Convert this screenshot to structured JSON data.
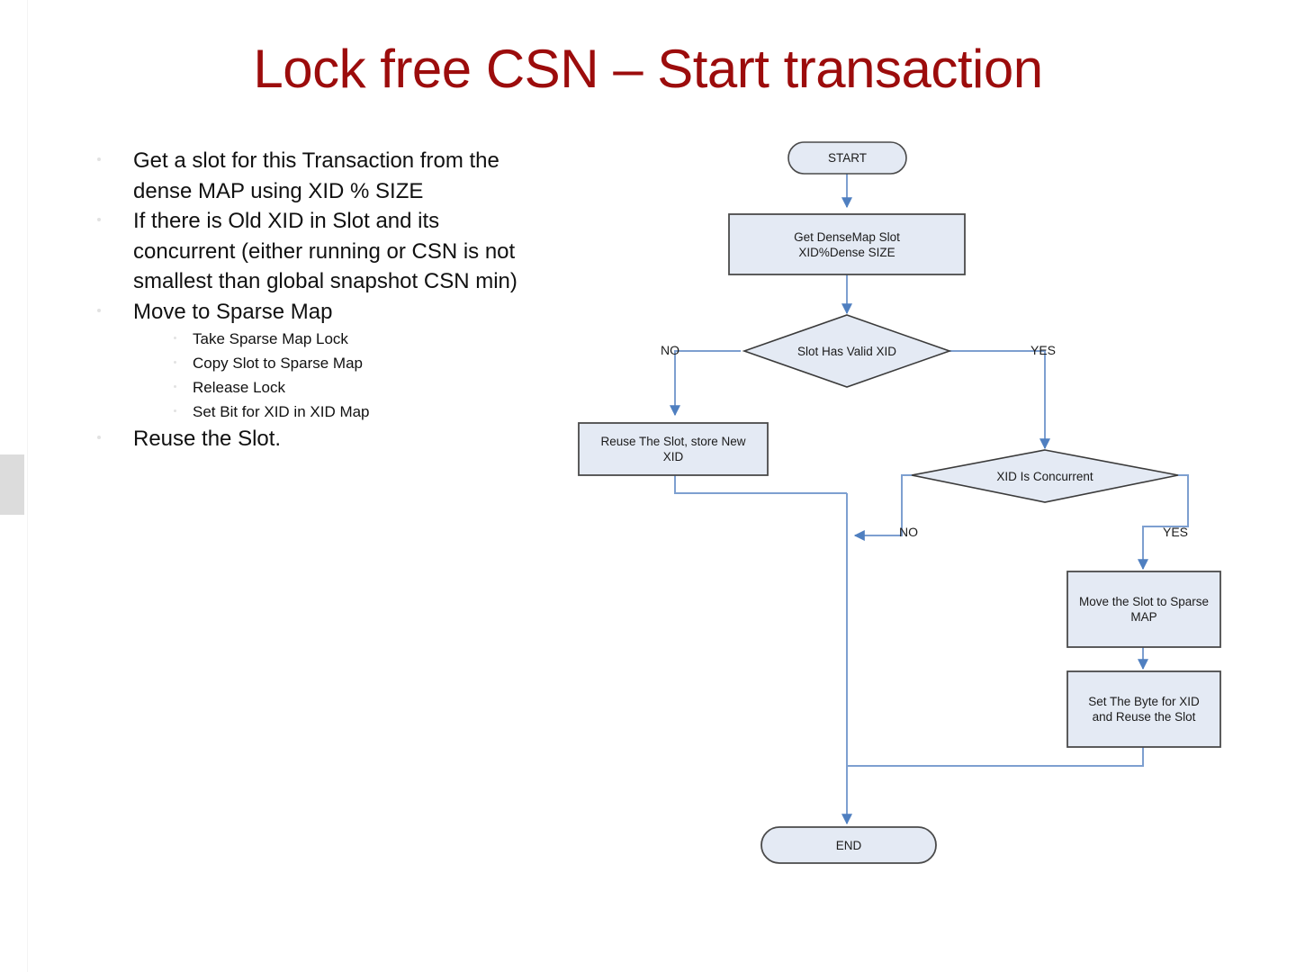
{
  "slide": {
    "title": "Lock free CSN – Start transaction",
    "title_color": "#9c0c0c"
  },
  "bullets": [
    {
      "level": 1,
      "text": "Get a slot for this Transaction from the dense MAP using XID % SIZE"
    },
    {
      "level": 1,
      "text": "If there is Old XID in Slot and its concurrent (either running or CSN is not smallest than global snapshot CSN min)"
    },
    {
      "level": 1,
      "text": "Move to Sparse Map"
    },
    {
      "level": 2,
      "text": "Take Sparse Map Lock"
    },
    {
      "level": 2,
      "text": "Copy Slot to Sparse Map"
    },
    {
      "level": 2,
      "text": "Release Lock"
    },
    {
      "level": 2,
      "text": "Set Bit for XID in XID Map"
    },
    {
      "level": 1,
      "text": "Reuse the Slot."
    }
  ],
  "flowchart": {
    "fill": "#e4eaf4",
    "stroke": "#4a4a4a",
    "connector": "#7d9fd0",
    "nodes": [
      {
        "id": "start",
        "shape": "stadium",
        "label": "START"
      },
      {
        "id": "get-densemap",
        "shape": "rectangle",
        "label": "Get DenseMap Slot\nXID%Dense SIZE"
      },
      {
        "id": "slot-valid",
        "shape": "diamond",
        "label": "Slot Has Valid XID"
      },
      {
        "id": "reuse-slot",
        "shape": "rectangle",
        "label": "Reuse The Slot, store New XID"
      },
      {
        "id": "xid-concurrent",
        "shape": "diamond",
        "label": "XID Is Concurrent"
      },
      {
        "id": "move-sparse",
        "shape": "rectangle",
        "label": "Move the Slot to Sparse MAP"
      },
      {
        "id": "set-byte",
        "shape": "rectangle",
        "label": "Set The Byte for XID and Reuse the Slot"
      },
      {
        "id": "end",
        "shape": "stadium",
        "label": "END"
      }
    ],
    "edge_labels": [
      {
        "id": "slot-valid-no",
        "text": "NO"
      },
      {
        "id": "slot-valid-yes",
        "text": "YES"
      },
      {
        "id": "concurrent-no",
        "text": "NO"
      },
      {
        "id": "concurrent-yes",
        "text": "YES"
      }
    ],
    "node_texts": {
      "start": "START",
      "get_densemap_line1": "Get DenseMap Slot",
      "get_densemap_line2": "XID%Dense SIZE",
      "slot_valid": "Slot Has Valid XID",
      "reuse_slot_line1": "Reuse The Slot, store New",
      "reuse_slot_line2": "XID",
      "xid_concurrent": "XID Is Concurrent",
      "move_sparse_line1": "Move the Slot to Sparse",
      "move_sparse_line2": "MAP",
      "set_byte_line1": "Set The Byte for XID",
      "set_byte_line2": "and Reuse the Slot",
      "end": "END"
    }
  }
}
